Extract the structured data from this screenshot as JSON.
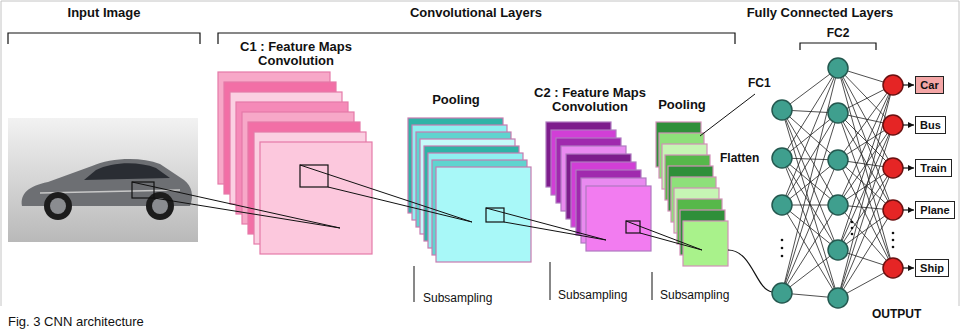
{
  "diagram": {
    "caption": "Fig. 3 CNN architecture",
    "nodes": [
      {
        "text": [
          "Car"
        ]
      },
      {
        "text": [
          "Bus"
        ]
      },
      {
        "text": [
          "Train"
        ]
      },
      {
        "text": [
          "Plane"
        ]
      },
      {
        "text": [
          "Ship"
        ]
      }
    ],
    "labels": [
      "Input Image",
      "Convolutional Layers",
      "Fully Connected Layers",
      "C1 : Feature Maps Convolution",
      "Pooling",
      "C2 : Feature Maps Convolution",
      "Pooling",
      "FC2",
      "FC1",
      "Flatten",
      "Subsampling",
      "Subsampling",
      "Subsampling",
      "OUTPUT"
    ]
  }
}
